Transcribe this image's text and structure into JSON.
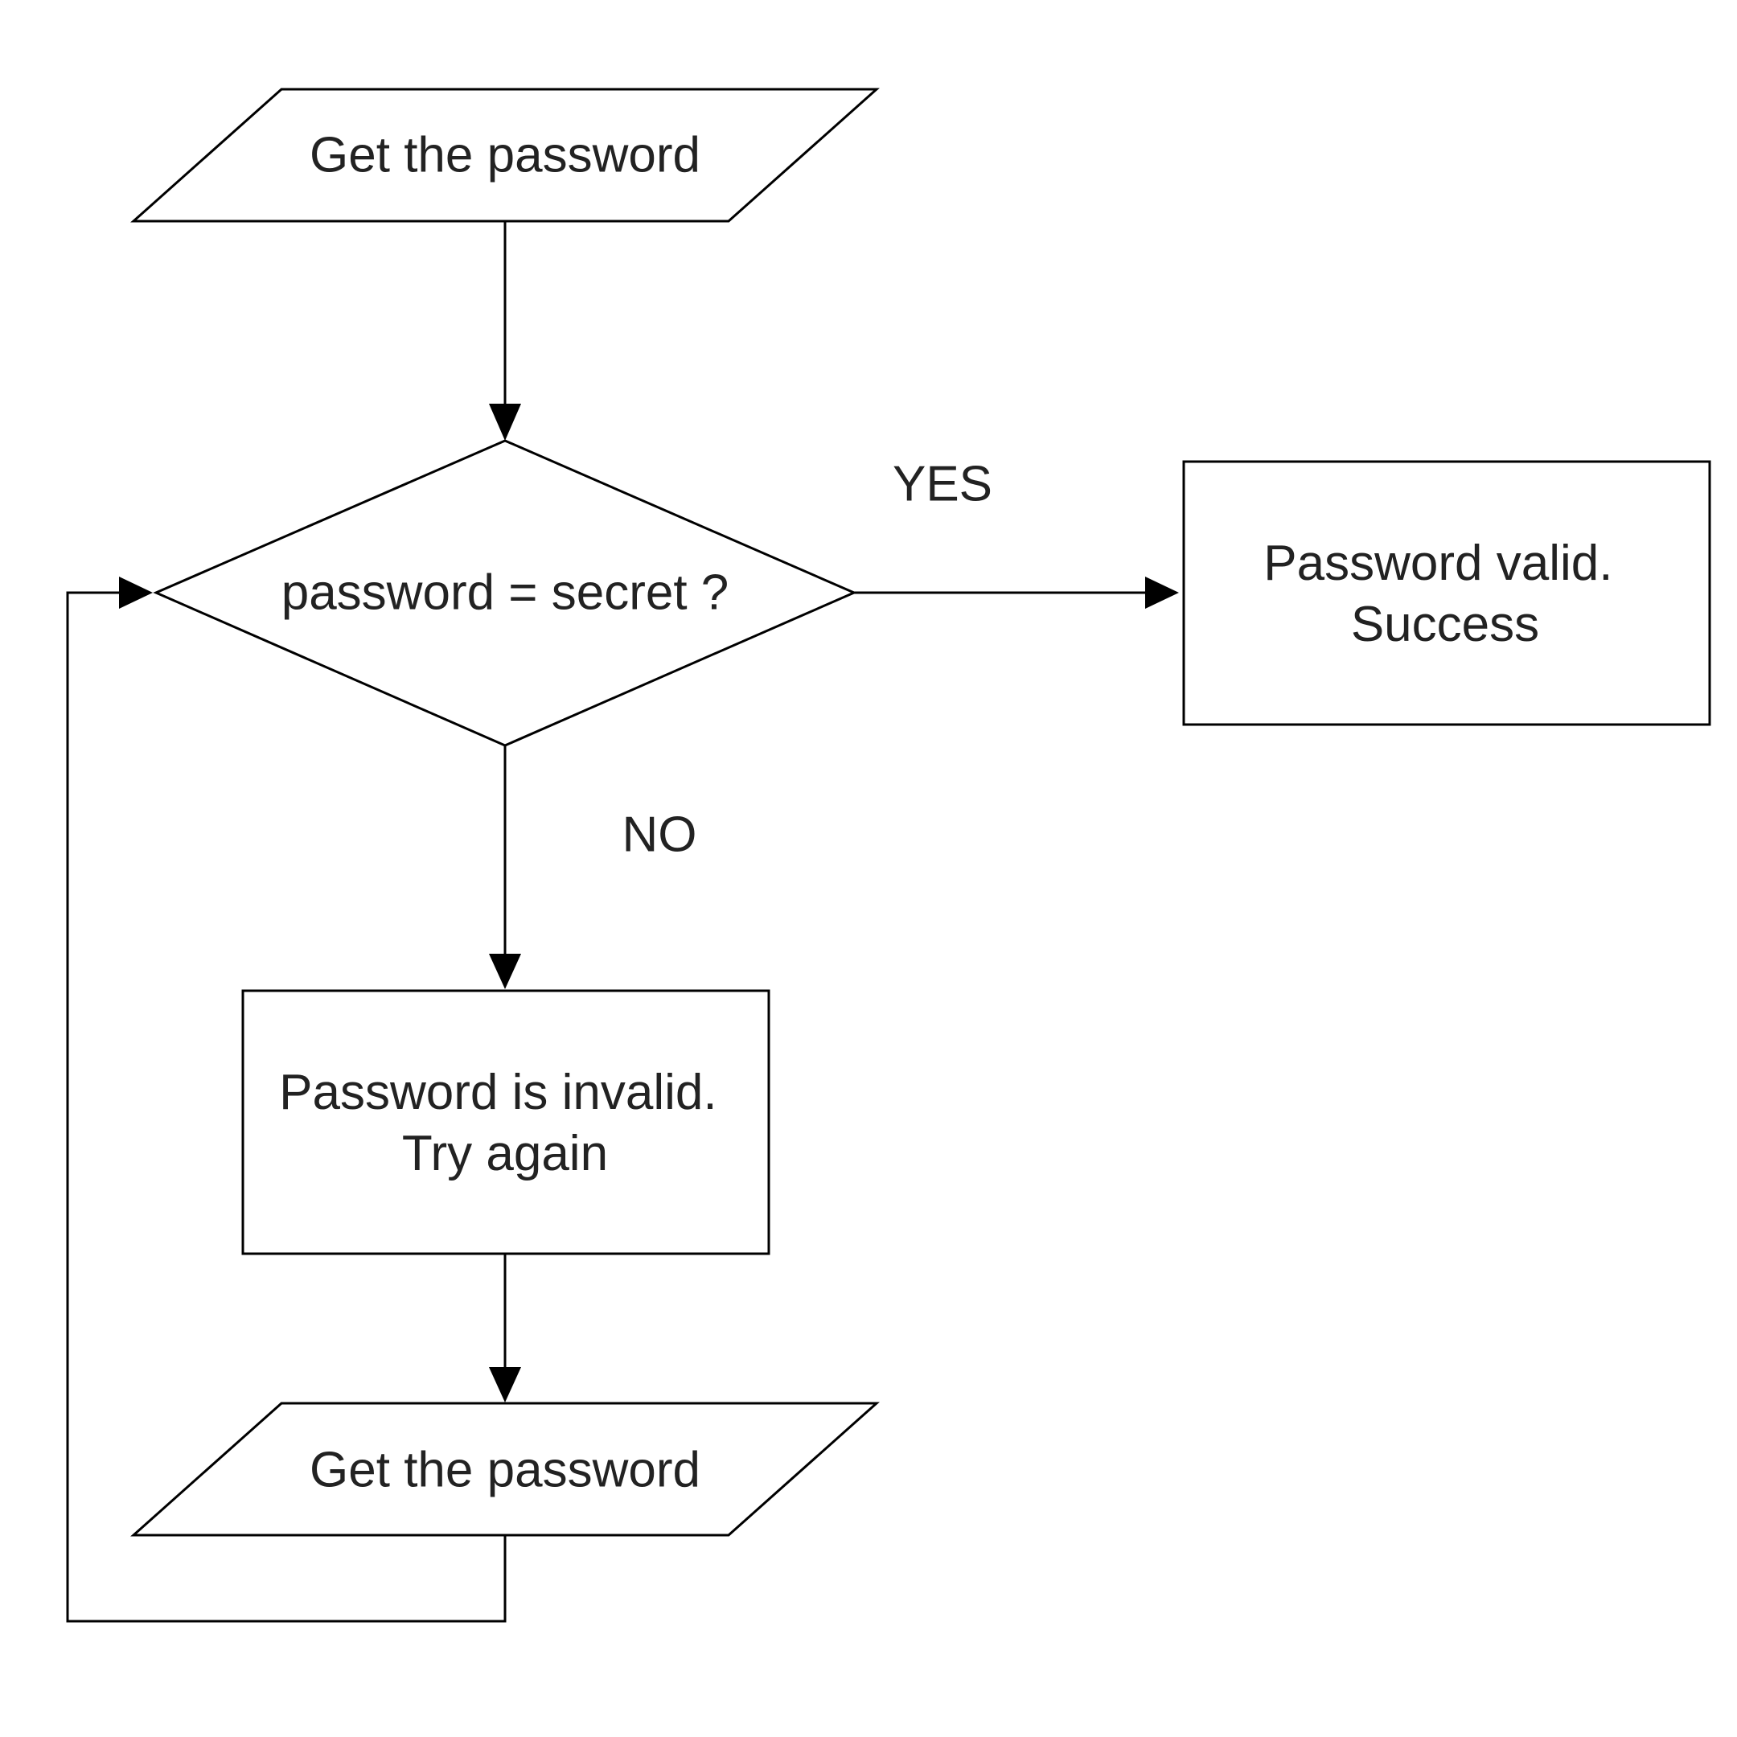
{
  "flowchart": {
    "nodes": {
      "input_top": {
        "text": "Get the password",
        "shape": "parallelogram"
      },
      "decision": {
        "text": "password = secret ?",
        "shape": "diamond"
      },
      "success": {
        "lines": [
          "Password valid.",
          "Success"
        ],
        "shape": "rectangle"
      },
      "invalid": {
        "lines": [
          "Password is invalid.",
          "Try again"
        ],
        "shape": "rectangle"
      },
      "input_bottom": {
        "text": "Get the password",
        "shape": "parallelogram"
      }
    },
    "edge_labels": {
      "yes": "YES",
      "no": "NO"
    },
    "edges": [
      {
        "from": "input_top",
        "to": "decision"
      },
      {
        "from": "decision",
        "to": "success",
        "label": "YES"
      },
      {
        "from": "decision",
        "to": "invalid",
        "label": "NO"
      },
      {
        "from": "invalid",
        "to": "input_bottom"
      },
      {
        "from": "input_bottom",
        "to": "decision",
        "note": "loop back"
      }
    ],
    "colors": {
      "stroke": "#000000",
      "text": "#222222",
      "background": "#ffffff"
    }
  }
}
